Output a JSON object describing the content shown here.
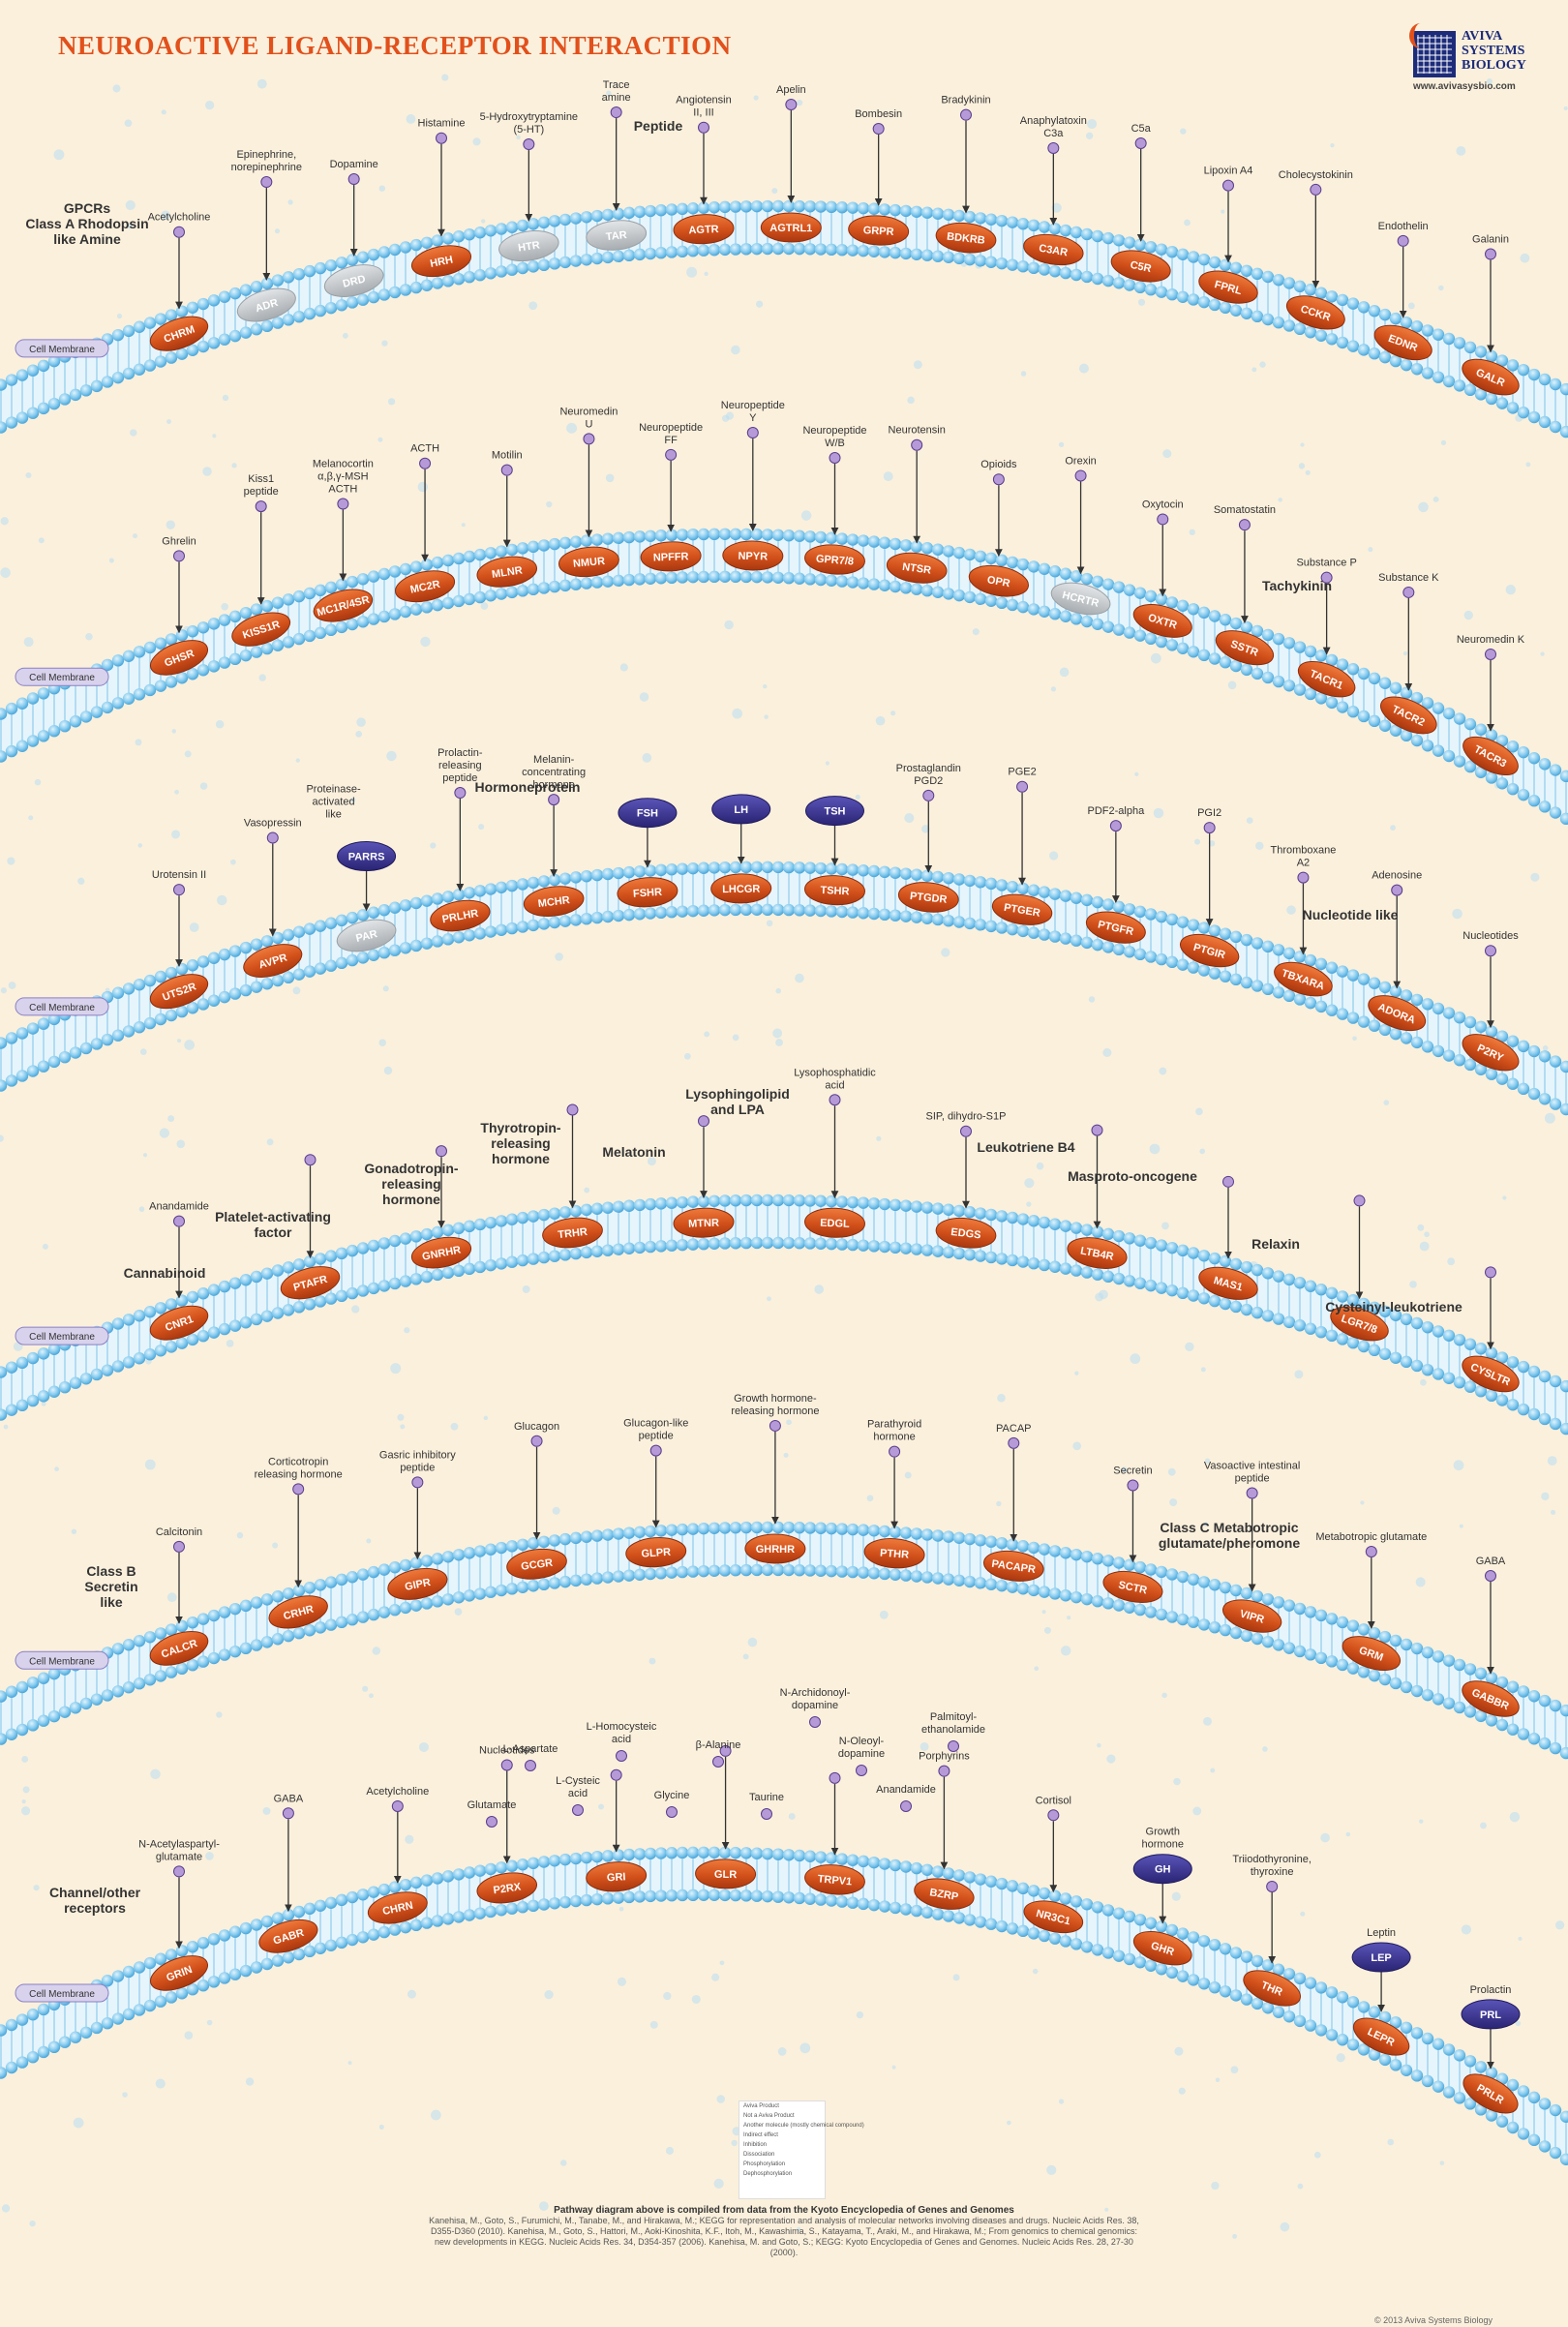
{
  "title": "NEUROACTIVE LIGAND-RECEPTOR INTERACTION",
  "logo": {
    "line1": "AVIVA",
    "line2": "SYSTEMS",
    "line3": "BIOLOGY",
    "url": "www.avivasysbio.com"
  },
  "membrane_label": "Cell Membrane",
  "colors": {
    "receptor": "#d2501a",
    "not_product": "#c2c6ca",
    "ligand_protein": "#3a3490",
    "membrane": "#7ec5ea",
    "title": "#e2501b",
    "background": "#fbf0dc"
  },
  "groups": [
    {
      "band": 0,
      "labels": [
        "GPCRs",
        "Class A Rhodopsin",
        "like Amine"
      ],
      "side": "left"
    },
    {
      "band": 0,
      "labels": [
        "Peptide"
      ],
      "side": "top"
    },
    {
      "band": 1,
      "labels": [
        "Tachykinin"
      ],
      "side": "right"
    },
    {
      "band": 2,
      "labels": [
        "Hormoneprotein"
      ],
      "side": "top"
    },
    {
      "band": 2,
      "labels": [
        "Nucleotide like"
      ],
      "side": "right"
    },
    {
      "band": 3,
      "labels": [
        "Lysophingolipid",
        "and LPA"
      ],
      "side": "top"
    },
    {
      "band": 3,
      "labels": [
        "Leukotriene B4"
      ],
      "side": "top"
    },
    {
      "band": 3,
      "labels": [
        "Masproto-oncogene"
      ],
      "side": "top"
    },
    {
      "band": 3,
      "labels": [
        "Relaxin"
      ],
      "side": "right"
    },
    {
      "band": 3,
      "labels": [
        "Cysteinyl-leukotriene"
      ],
      "side": "right"
    },
    {
      "band": 3,
      "labels": [
        "Cannabinoid"
      ],
      "side": "left"
    },
    {
      "band": 3,
      "labels": [
        "Platelet-activating",
        "factor"
      ],
      "side": "left"
    },
    {
      "band": 3,
      "labels": [
        "Gonadotropin-",
        "releasing",
        "hormone"
      ],
      "side": "top"
    },
    {
      "band": 3,
      "labels": [
        "Thyrotropin-",
        "releasing",
        "hormone"
      ],
      "side": "top"
    },
    {
      "band": 3,
      "labels": [
        "Melatonin"
      ],
      "side": "top"
    },
    {
      "band": 4,
      "labels": [
        "Class B",
        "Secretin",
        "like"
      ],
      "side": "left"
    },
    {
      "band": 4,
      "labels": [
        "Class C Metabotropic",
        "glutamate/pheromone"
      ],
      "side": "right"
    },
    {
      "band": 5,
      "labels": [
        "Channel/other",
        "receptors"
      ],
      "side": "left"
    }
  ],
  "bands": [
    {
      "receptors": [
        {
          "name": "CHRM",
          "ligand": [
            "Acetylcholine"
          ]
        },
        {
          "name": "ADR",
          "ligand": [
            "Epinephrine,",
            "norepinephrine"
          ],
          "gray": true
        },
        {
          "name": "DRD",
          "ligand": [
            "Dopamine"
          ],
          "gray": true
        },
        {
          "name": "HRH",
          "ligand": [
            "Histamine"
          ]
        },
        {
          "name": "HTR",
          "ligand": [
            "5-Hydroxytryptamine",
            "(5-HT)"
          ],
          "gray": true
        },
        {
          "name": "TAR",
          "ligand": [
            "Trace",
            "amine"
          ],
          "gray": true
        },
        {
          "name": "AGTR",
          "ligand": [
            "Angiotensin",
            "II, III"
          ]
        },
        {
          "name": "AGTRL1",
          "ligand": [
            "Apelin"
          ]
        },
        {
          "name": "GRPR",
          "ligand": [
            "Bombesin"
          ]
        },
        {
          "name": "BDKRB",
          "ligand": [
            "Bradykinin"
          ]
        },
        {
          "name": "C3AR",
          "ligand": [
            "Anaphylatoxin",
            "C3a"
          ]
        },
        {
          "name": "C5R",
          "ligand": [
            "C5a"
          ]
        },
        {
          "name": "FPRL",
          "ligand": [
            "Lipoxin A4"
          ]
        },
        {
          "name": "CCKR",
          "ligand": [
            "Cholecystokinin"
          ]
        },
        {
          "name": "EDNR",
          "ligand": [
            "Endothelin"
          ]
        },
        {
          "name": "GALR",
          "ligand": [
            "Galanin"
          ]
        }
      ]
    },
    {
      "receptors": [
        {
          "name": "GHSR",
          "ligand": [
            "Ghrelin"
          ]
        },
        {
          "name": "KISS1R",
          "ligand": [
            "Kiss1",
            "peptide"
          ]
        },
        {
          "name": "MC1R/4SR",
          "ligand": [
            "Melanocortin",
            "α,β,γ-MSH",
            "ACTH"
          ]
        },
        {
          "name": "MC2R",
          "ligand": [
            "ACTH"
          ]
        },
        {
          "name": "MLNR",
          "ligand": [
            "Motilin"
          ]
        },
        {
          "name": "NMUR",
          "ligand": [
            "Neuromedin",
            "U"
          ]
        },
        {
          "name": "NPFFR",
          "ligand": [
            "Neuropeptide",
            "FF"
          ]
        },
        {
          "name": "NPYR",
          "ligand": [
            "Neuropeptide",
            "Y"
          ]
        },
        {
          "name": "GPR7/8",
          "ligand": [
            "Neuropeptide",
            "W/B"
          ]
        },
        {
          "name": "NTSR",
          "ligand": [
            "Neurotensin"
          ]
        },
        {
          "name": "OPR",
          "ligand": [
            "Opioids"
          ]
        },
        {
          "name": "HCRTR",
          "ligand": [
            "Orexin"
          ],
          "gray": true
        },
        {
          "name": "OXTR",
          "ligand": [
            "Oxytocin"
          ]
        },
        {
          "name": "SSTR",
          "ligand": [
            "Somatostatin"
          ]
        },
        {
          "name": "TACR1",
          "ligand": [
            "Substance P"
          ]
        },
        {
          "name": "TACR2",
          "ligand": [
            "Substance K"
          ]
        },
        {
          "name": "TACR3",
          "ligand": [
            "Neuromedin K"
          ]
        }
      ]
    },
    {
      "receptors": [
        {
          "name": "UTS2R",
          "ligand": [
            "Urotensin II"
          ]
        },
        {
          "name": "AVPR",
          "ligand": [
            "Vasopressin"
          ]
        },
        {
          "name": "PAR",
          "ligand": [
            "Proteinase-",
            "activated",
            "like"
          ],
          "gray": true,
          "prot": "PARRS"
        },
        {
          "name": "PRLHR",
          "ligand": [
            "Prolactin-",
            "releasing",
            "peptide"
          ]
        },
        {
          "name": "MCHR",
          "ligand": [
            "Melanin-",
            "concentrating",
            "hormone"
          ]
        },
        {
          "name": "FSHR",
          "prot": "FSH"
        },
        {
          "name": "LHCGR",
          "prot": "LH"
        },
        {
          "name": "TSHR",
          "prot": "TSH"
        },
        {
          "name": "PTGDR",
          "ligand": [
            "Prostaglandin",
            "PGD2"
          ]
        },
        {
          "name": "PTGER",
          "ligand": [
            "PGE2"
          ]
        },
        {
          "name": "PTGFR",
          "ligand": [
            "PDF2-alpha"
          ]
        },
        {
          "name": "PTGIR",
          "ligand": [
            "PGI2"
          ]
        },
        {
          "name": "TBXARA",
          "ligand": [
            "Thromboxane",
            "A2"
          ]
        },
        {
          "name": "ADORA",
          "ligand": [
            "Adenosine"
          ]
        },
        {
          "name": "P2RY",
          "ligand": [
            "Nucleotides"
          ]
        }
      ]
    },
    {
      "receptors": [
        {
          "name": "CNR1",
          "ligand": [
            "Anandamide"
          ]
        },
        {
          "name": "PTAFR",
          "ligand": []
        },
        {
          "name": "GNRHR",
          "ligand": []
        },
        {
          "name": "TRHR",
          "ligand": []
        },
        {
          "name": "MTNR",
          "ligand": []
        },
        {
          "name": "EDGL",
          "ligand": [
            "Lysophosphatidic",
            "acid"
          ]
        },
        {
          "name": "EDGS",
          "ligand": [
            "SIP, dihydro-S1P"
          ]
        },
        {
          "name": "LTB4R",
          "ligand": []
        },
        {
          "name": "MAS1",
          "ligand": []
        },
        {
          "name": "LGR7/8",
          "ligand": []
        },
        {
          "name": "CYSLTR",
          "ligand": []
        }
      ]
    },
    {
      "receptors": [
        {
          "name": "CALCR",
          "ligand": [
            "Calcitonin"
          ]
        },
        {
          "name": "CRHR",
          "ligand": [
            "Corticotropin",
            "releasing hormone"
          ]
        },
        {
          "name": "GIPR",
          "ligand": [
            "Gasric inhibitory",
            "peptide"
          ]
        },
        {
          "name": "GCGR",
          "ligand": [
            "Glucagon"
          ]
        },
        {
          "name": "GLPR",
          "ligand": [
            "Glucagon-like",
            "peptide"
          ]
        },
        {
          "name": "GHRHR",
          "ligand": [
            "Growth hormone-",
            "releasing hormone"
          ]
        },
        {
          "name": "PTHR",
          "ligand": [
            "Parathyroid",
            "hormone"
          ]
        },
        {
          "name": "PACAPR",
          "ligand": [
            "PACAP"
          ]
        },
        {
          "name": "SCTR",
          "ligand": [
            "Secretin"
          ]
        },
        {
          "name": "VIPR",
          "ligand": [
            "Vasoactive intestinal",
            "peptide"
          ]
        },
        {
          "name": "GRM",
          "ligand": [
            "Metabotropic glutamate"
          ]
        },
        {
          "name": "GABBR",
          "ligand": [
            "GABA"
          ]
        }
      ]
    },
    {
      "receptors": [
        {
          "name": "GRIN",
          "ligand": [
            "N-Acetylaspartyl-",
            "glutamate"
          ]
        },
        {
          "name": "GABR",
          "ligand": [
            "GABA"
          ]
        },
        {
          "name": "CHRN",
          "ligand": [
            "Acetylcholine"
          ]
        },
        {
          "name": "P2RX",
          "ligand": [
            "Nucleotides"
          ]
        },
        {
          "name": "GRI",
          "ligand": []
        },
        {
          "name": "GLR",
          "ligand": []
        },
        {
          "name": "TRPV1",
          "ligand": []
        },
        {
          "name": "BZRP",
          "ligand": [
            "Porphyrins"
          ]
        },
        {
          "name": "NR3C1",
          "ligand": [
            "Cortisol"
          ]
        },
        {
          "name": "GHR",
          "prot": "GH",
          "plabel": [
            "Growth",
            "hormone"
          ]
        },
        {
          "name": "THR",
          "ligand": [
            "Triiodothyronine,",
            "thyroxine"
          ]
        },
        {
          "name": "LEPR",
          "prot": "LEP",
          "plabel": [
            "Leptin"
          ]
        },
        {
          "name": "PRLR",
          "prot": "PRL",
          "plabel": [
            "Prolactin"
          ]
        }
      ]
    }
  ],
  "multi_ligands": [
    [
      "Glutamate"
    ],
    [
      "L-Aspartate"
    ],
    [
      "L-Cysteic",
      "acid"
    ],
    [
      "L-Homocysteic",
      "acid"
    ],
    [
      "Glycine"
    ],
    [
      "β-Alanine"
    ],
    [
      "Taurine"
    ],
    [
      "N-Archidonoyl-",
      "dopamine"
    ],
    [
      "N-Oleoyl-",
      "dopamine"
    ],
    [
      "Anandamide"
    ],
    [
      "Palmitoyl-",
      "ethanolamide"
    ]
  ],
  "legend": [
    "Aviva Product",
    "Not a Aviva Product",
    "Another molecule (mostly chemical compound)",
    "Indirect effect",
    "Inhibition",
    "Dissociation",
    "Phosphorylation",
    "Dephosphorylation"
  ],
  "footer": {
    "heading": "Pathway diagram above is compiled from data from the Kyoto Encyclopedia of Genes and Genomes",
    "text": "Kanehisa, M., Goto, S., Furumichi, M., Tanabe, M., and Hirakawa, M.; KEGG for representation and analysis of molecular networks involving diseases and drugs. Nucleic Acids Res. 38, D355-D360 (2010). Kanehisa, M., Goto, S., Hattori, M., Aoki-Kinoshita, K.F., Itoh, M., Kawashima, S., Katayama, T., Araki, M., and Hirakawa, M.; From genomics to chemical genomics: new developments in KEGG. Nucleic Acids Res. 34, D354-357 (2006). Kanehisa, M. and Goto, S.; KEGG: Kyoto Encyclopedia of Genes and Genomes. Nucleic Acids Res. 28, 27-30 (2000)."
  },
  "copyright": "© 2013 Aviva Systems Biology"
}
